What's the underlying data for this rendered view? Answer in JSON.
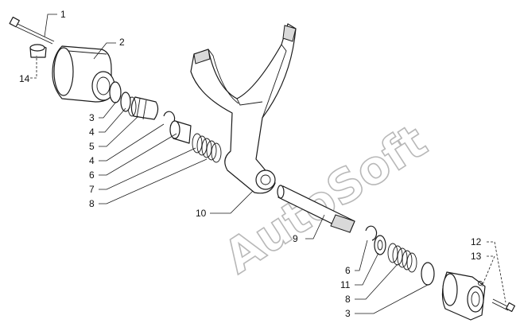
{
  "watermark": "AutoSoft",
  "callouts": [
    {
      "id": "c1",
      "label": "1"
    },
    {
      "id": "c2",
      "label": "2"
    },
    {
      "id": "c14",
      "label": "14"
    },
    {
      "id": "c3a",
      "label": "3"
    },
    {
      "id": "c4a",
      "label": "4"
    },
    {
      "id": "c5",
      "label": "5"
    },
    {
      "id": "c4b",
      "label": "4"
    },
    {
      "id": "c6a",
      "label": "6"
    },
    {
      "id": "c7",
      "label": "7"
    },
    {
      "id": "c8a",
      "label": "8"
    },
    {
      "id": "c10",
      "label": "10"
    },
    {
      "id": "c9",
      "label": "9"
    },
    {
      "id": "c6b",
      "label": "6"
    },
    {
      "id": "c11",
      "label": "11"
    },
    {
      "id": "c8b",
      "label": "8"
    },
    {
      "id": "c3b",
      "label": "3"
    },
    {
      "id": "c12",
      "label": "12"
    },
    {
      "id": "c13",
      "label": "13"
    }
  ]
}
